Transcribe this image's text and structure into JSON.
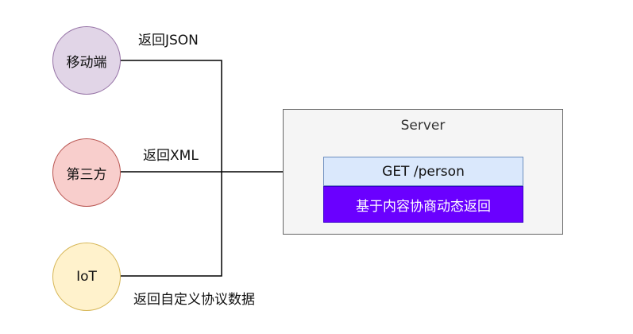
{
  "clients": {
    "mobile": "移动端",
    "third_party": "第三方",
    "iot": "IoT"
  },
  "edges": {
    "mobile_label": "返回JSON",
    "third_party_label": "返回XML",
    "iot_label": "返回自定义协议数据"
  },
  "server": {
    "title": "Server",
    "endpoint": "GET /person",
    "negotiation": "基于内容协商动态返回"
  },
  "colors": {
    "mobile_fill": "#e1d5e7",
    "third_party_fill": "#f8cecc",
    "iot_fill": "#fff2cc",
    "server_fill": "#f5f5f5",
    "endpoint_fill": "#dae8fc",
    "negotiation_fill": "#6a00ff"
  }
}
